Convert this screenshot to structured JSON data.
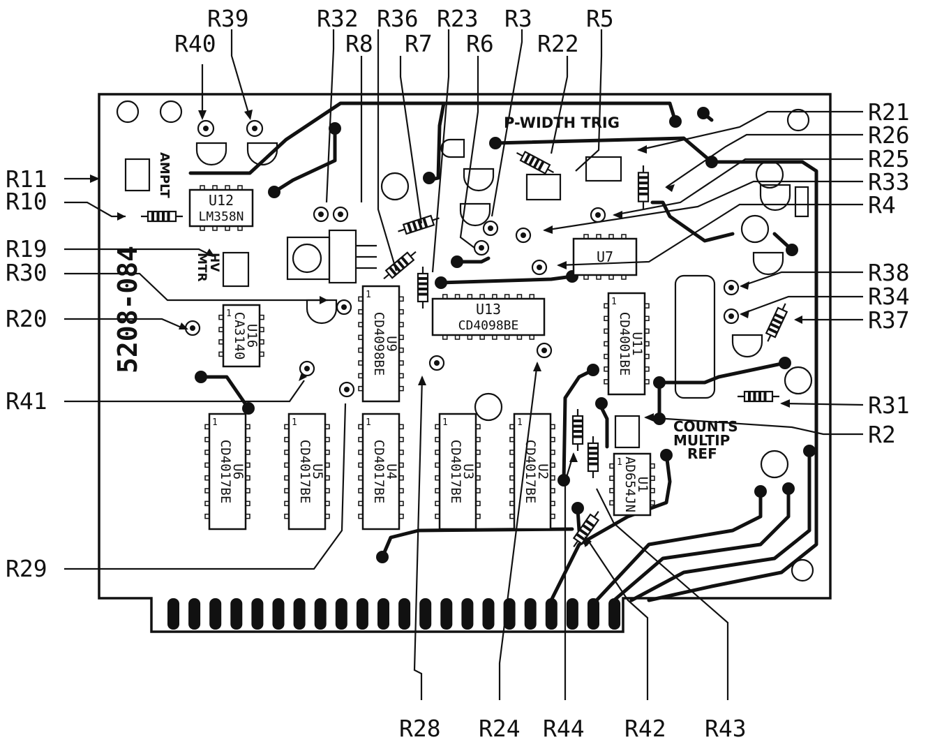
{
  "title": "",
  "board": {
    "part_number": "5208-084",
    "silkscreen": {
      "pwidth_trig": "P-WIDTH TRIG",
      "amplt": "AMPLT",
      "hv_mtr_1": "HV",
      "hv_mtr_2": "MTR",
      "counts": "COUNTS",
      "multip": "MULTIP",
      "ref": "REF"
    }
  },
  "chips": [
    {
      "ref": "U12",
      "part": "LM358N"
    },
    {
      "ref": "U7",
      "part": ""
    },
    {
      "ref": "U13",
      "part": "CD4098BE"
    },
    {
      "ref": "U9",
      "part": "CD4098BE"
    },
    {
      "ref": "U11",
      "part": "CD4001BE"
    },
    {
      "ref": "U16",
      "part": "CA3140"
    },
    {
      "ref": "U6",
      "part": "CD4017BE"
    },
    {
      "ref": "U5",
      "part": "CD4017BE"
    },
    {
      "ref": "U4",
      "part": "CD4017BE"
    },
    {
      "ref": "U3",
      "part": "CD4017BE"
    },
    {
      "ref": "U2",
      "part": "CD4017BE"
    },
    {
      "ref": "U1",
      "part": "AD654JN"
    }
  ],
  "pin1_mark": "1",
  "callouts": {
    "top": [
      "R39",
      "R32",
      "R36",
      "R23",
      "R3",
      "R5",
      "R40",
      "R8",
      "R7",
      "R6",
      "R22"
    ],
    "left": [
      "R11",
      "R10",
      "R19",
      "R30",
      "R20",
      "R41",
      "R29"
    ],
    "right": [
      "R21",
      "R26",
      "R25",
      "R33",
      "R4",
      "R38",
      "R34",
      "R37",
      "R31",
      "R2"
    ],
    "bottom": [
      "R28",
      "R24",
      "R44",
      "R42",
      "R43"
    ]
  }
}
